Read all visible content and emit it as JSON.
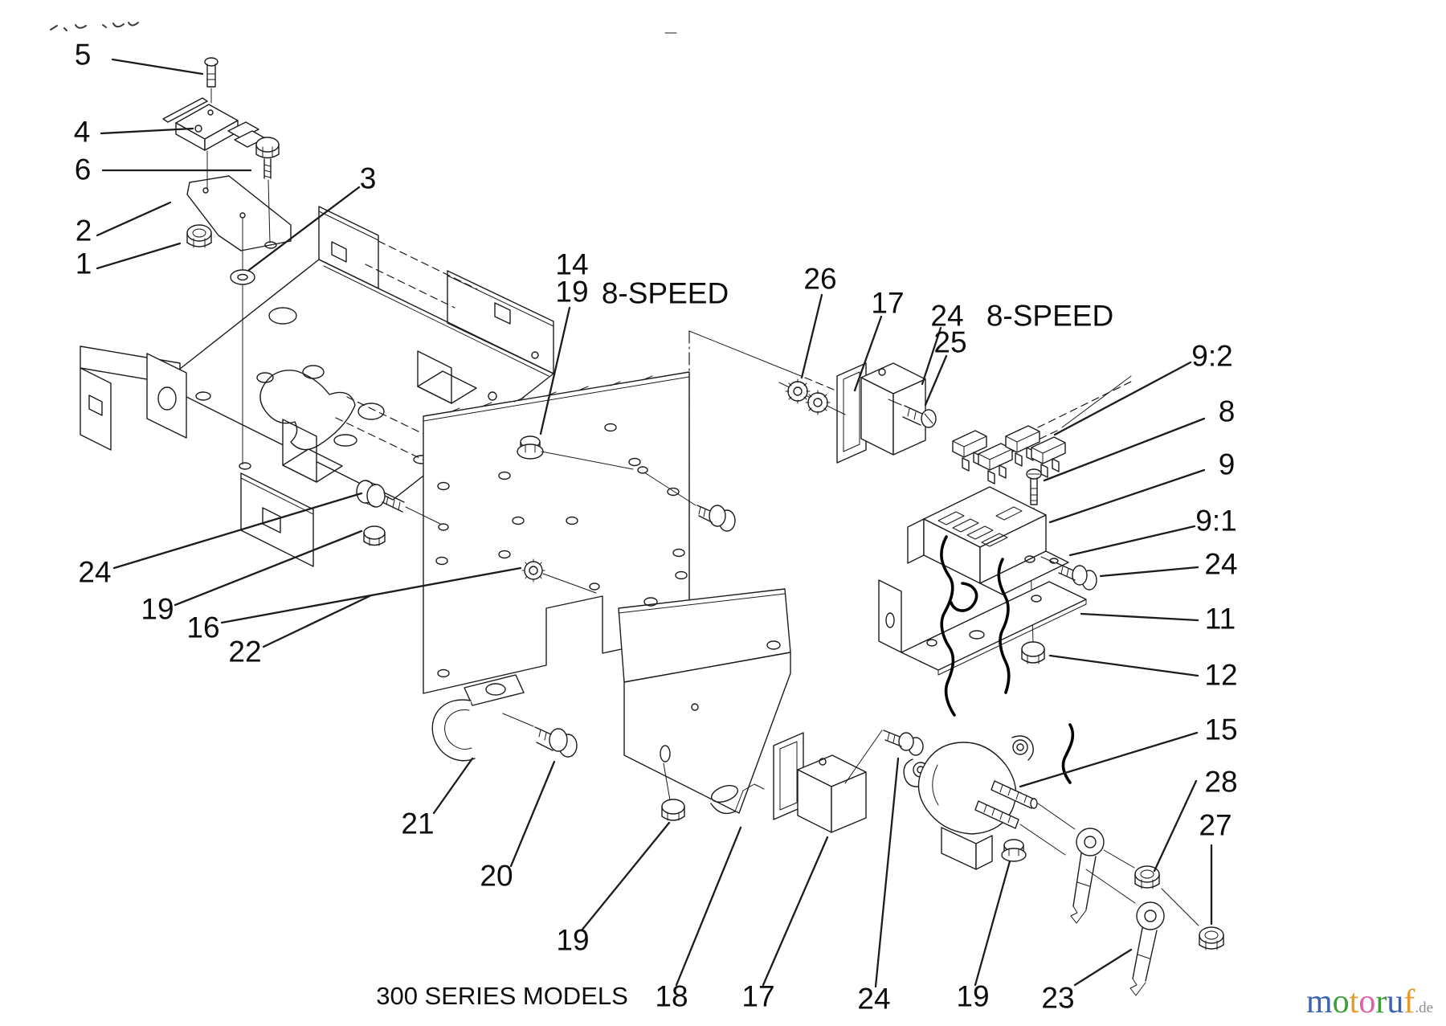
{
  "footer": {
    "text": "300 SERIES MODELS"
  },
  "callouts": [
    {
      "text": "5"
    },
    {
      "text": "4"
    },
    {
      "text": "6"
    },
    {
      "text": "2"
    },
    {
      "text": "1"
    },
    {
      "text": "3"
    },
    {
      "text": "14"
    },
    {
      "text": "19"
    },
    {
      "text": "8-SPEED"
    },
    {
      "text": "26"
    },
    {
      "text": "17"
    },
    {
      "text": "24"
    },
    {
      "text": "25"
    },
    {
      "text": "8-SPEED"
    },
    {
      "text": "9:2"
    },
    {
      "text": "8"
    },
    {
      "text": "9"
    },
    {
      "text": "9:1"
    },
    {
      "text": "24"
    },
    {
      "text": "11"
    },
    {
      "text": "12"
    },
    {
      "text": "15"
    },
    {
      "text": "28"
    },
    {
      "text": "27"
    },
    {
      "text": "24"
    },
    {
      "text": "19"
    },
    {
      "text": "16"
    },
    {
      "text": "22"
    },
    {
      "text": "21"
    },
    {
      "text": "20"
    },
    {
      "text": "19"
    },
    {
      "text": "18"
    },
    {
      "text": "17"
    },
    {
      "text": "24"
    },
    {
      "text": "19"
    },
    {
      "text": "23"
    }
  ],
  "watermark": {
    "letters": [
      "m",
      "o",
      "t",
      "o",
      "r",
      "u",
      "f"
    ],
    "suffix": ".de",
    "letter_colors": [
      "#3e63b5",
      "#3f9e3c",
      "#e79a2e",
      "#e05fa9",
      "#3f9e3c",
      "#3e63b5",
      "#e79a2e"
    ],
    "suffix_color": "#8f8f8f"
  },
  "line_color": "#1c1c1c"
}
